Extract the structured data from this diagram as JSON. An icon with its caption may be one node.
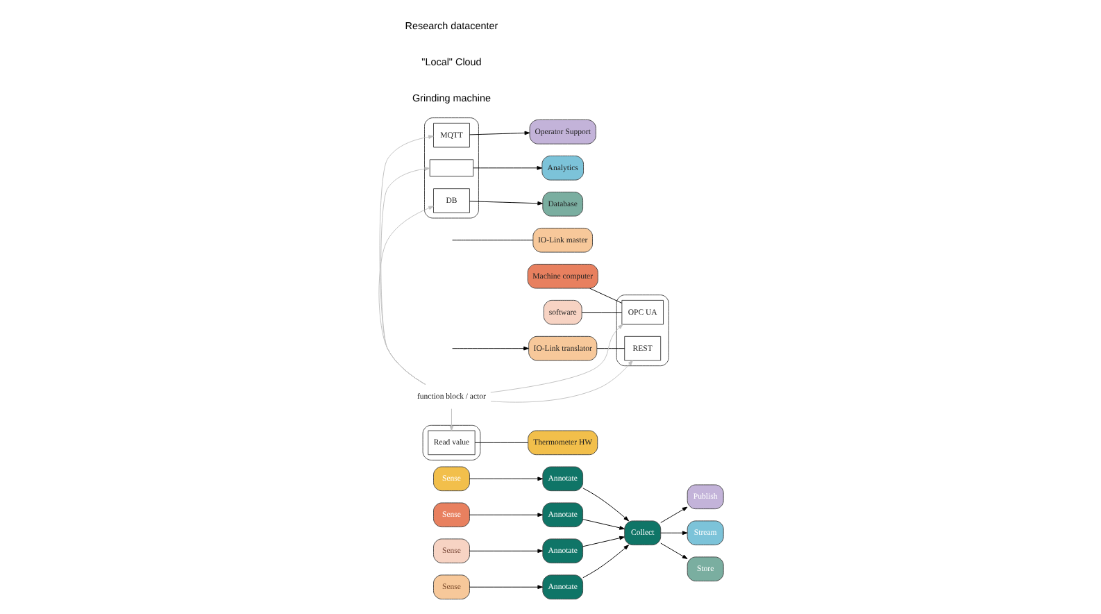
{
  "diagram": {
    "nodes": [
      {
        "text": [
          "Sense"
        ]
      },
      {
        "text": [
          "Annotate"
        ]
      },
      {
        "text": [],
        "shape": "box"
      },
      {
        "text": [
          "Read value"
        ],
        "in": 2
      },
      {
        "text": [
          "Thermometer HW"
        ]
      },
      {
        "text": [
          "Sense"
        ]
      },
      {
        "text": [
          "Annotate"
        ]
      },
      {
        "text": [
          "Sense"
        ]
      },
      {
        "text": [
          "Annotate"
        ]
      },
      {
        "text": [
          "Sense"
        ]
      },
      {
        "text": [
          "Annotate"
        ]
      },
      {
        "text": [
          "Collect"
        ]
      },
      {
        "text": [
          "Publish"
        ]
      },
      {
        "text": [
          "Stream"
        ]
      },
      {
        "text": [
          "Store"
        ]
      },
      {
        "text": [
          "Machine computer"
        ]
      },
      {
        "text": [
          "software"
        ]
      },
      {
        "text": [
          "IO-Link translator"
        ]
      },
      {
        "text": [
          "IO-Link master"
        ]
      },
      {
        "text": [],
        "shape": "box"
      },
      {
        "text": [
          "OPC UA"
        ],
        "in": 19
      },
      {
        "text": [
          "REST"
        ],
        "in": 19
      },
      {
        "text": [],
        "shape": "box"
      },
      {
        "text": [
          "MQTT"
        ],
        "in": 22
      },
      {
        "text": [],
        "shape": "box",
        "in": 22
      },
      {
        "text": [
          "DB"
        ],
        "in": 22
      },
      {
        "text": [
          "Operator Support"
        ]
      },
      {
        "text": [
          "Analytics"
        ]
      },
      {
        "text": [
          "Database"
        ]
      },
      {
        "text": [
          "function block / actor"
        ]
      }
    ],
    "edges": [
      {
        "from": 0,
        "to": 1,
        "arrow": "to"
      },
      {
        "from": 1,
        "to": 11,
        "arrow": "to"
      },
      {
        "from": 5,
        "to": 6,
        "arrow": "to"
      },
      {
        "from": 7,
        "to": 8,
        "arrow": "to"
      },
      {
        "from": 9,
        "to": 10,
        "arrow": "to"
      },
      {
        "from": 6,
        "to": 11,
        "arrow": "to"
      },
      {
        "from": 8,
        "to": 11,
        "arrow": "to"
      },
      {
        "from": 10,
        "to": 11,
        "arrow": "to"
      },
      {
        "from": 11,
        "to": 12,
        "arrow": "to"
      },
      {
        "from": 11,
        "to": 13,
        "arrow": "to"
      },
      {
        "from": 11,
        "to": 14,
        "arrow": "to"
      },
      {
        "from": 3,
        "to": 4,
        "arrow": "none"
      },
      {
        "from": 15,
        "to": 20,
        "arrow": "none"
      },
      {
        "from": 16,
        "to": 20,
        "arrow": "none"
      },
      {
        "from": 17,
        "to": 21,
        "arrow": "none"
      },
      {
        "from": null,
        "to": 17,
        "arrow": "to"
      },
      {
        "from": 18,
        "to": null,
        "arrow": "none"
      },
      {
        "from": 23,
        "to": 26,
        "arrow": "to"
      },
      {
        "from": 24,
        "to": 27,
        "arrow": "to"
      },
      {
        "from": 25,
        "to": 28,
        "arrow": "to"
      },
      {
        "from": 29,
        "to": 3,
        "arrow": "to",
        "color": "#c0c0c0"
      },
      {
        "from": 29,
        "to": 20,
        "arrow": "to",
        "color": "#c0c0c0"
      },
      {
        "from": 29,
        "to": 21,
        "arrow": "to",
        "color": "#c0c0c0"
      },
      {
        "from": 29,
        "to": 23,
        "arrow": "to",
        "color": "#c0c0c0"
      },
      {
        "from": 29,
        "to": 24,
        "arrow": "to",
        "color": "#c0c0c0"
      },
      {
        "from": 29,
        "to": 25,
        "arrow": "to",
        "color": "#c0c0c0"
      }
    ],
    "labels": [
      "Grinding machine",
      "\"Local\" Cloud",
      "Research datacenter"
    ]
  }
}
